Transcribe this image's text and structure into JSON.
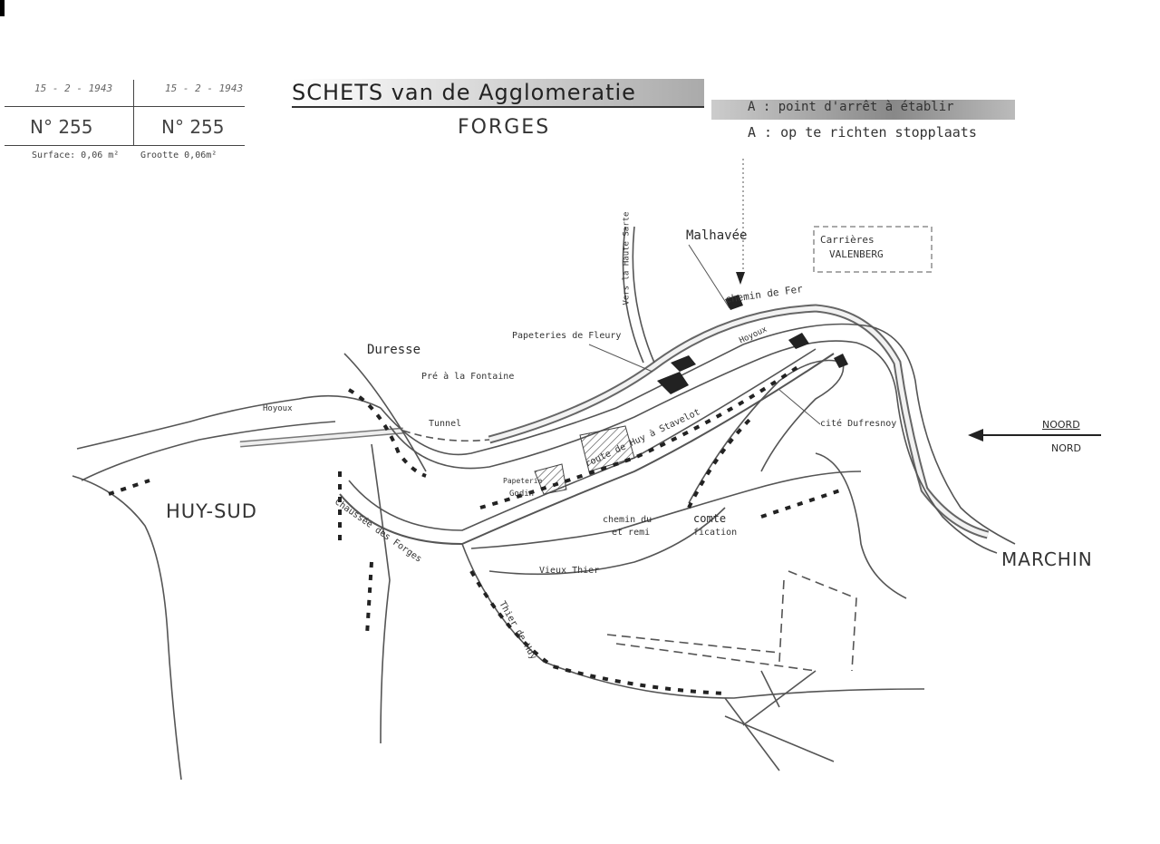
{
  "stamp": {
    "date_left": "15 - 2 - 1943",
    "date_right": "15 - 2 - 1943",
    "number_left": "N° 255",
    "number_right": "N° 255",
    "surface": "Surface: 0,06 m²",
    "grootte": "Grootte 0,06m²"
  },
  "title": {
    "main": "SCHETS van de Agglomeratie",
    "place": "FORGES"
  },
  "legend": {
    "fr": "A : point d'arrêt à établir",
    "nl": "A : op te richten stopplaats"
  },
  "north": {
    "noord": "NOORD",
    "nord": "NORD"
  },
  "labels": {
    "malhavee": "Malhavée",
    "carrieres_1": "Carrières",
    "carrieres_2": "VALENBERG",
    "chemin_de_fer": "chemin de Fer",
    "hoyoux_east": "Hoyoux",
    "hoyoux_west": "Hoyoux",
    "haute_sarte": "Vers la Haute Sarte",
    "papeteries_fleury": "Papeteries de Fleury",
    "duresse": "Duresse",
    "pre_fontaine": "Pré à la Fontaine",
    "tunnel": "Tunnel",
    "cite_dufresnoy": "cité Dufresnoy",
    "route_stavelot": "route de Huy à Stavelot",
    "papeterie_godin_1": "Papeterie",
    "papeterie_godin_2": "Godin",
    "huy_sud": "HUY-SUD",
    "chaussee_forges": "Chaussée des Forges",
    "chemin_remi_1": "chemin du",
    "chemin_remi_2": "et remi",
    "comte_1": "comte",
    "comte_2": "fication",
    "vieux_thier": "Vieux Thier",
    "thier_de_huy": "Thier de Huy",
    "marchin": "MARCHIN"
  }
}
